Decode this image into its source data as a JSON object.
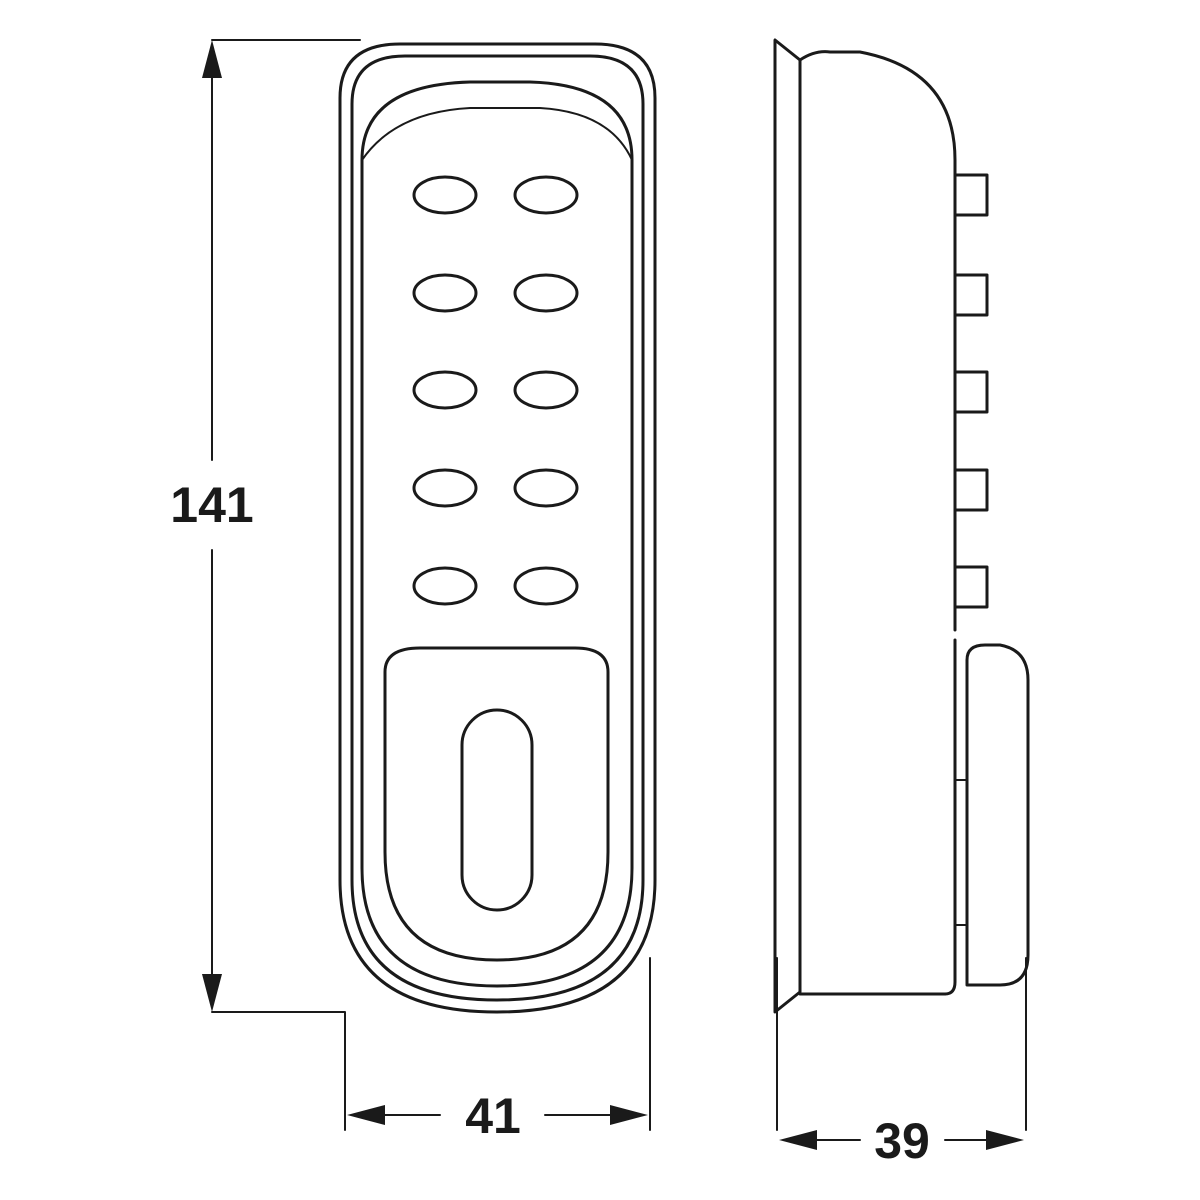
{
  "dimensions": {
    "height": "141",
    "front_width": "41",
    "side_depth": "39"
  },
  "keypad": {
    "button_rows": 5,
    "button_columns": 2
  },
  "colors": {
    "line": "#1a1a1a",
    "background": "#ffffff"
  }
}
